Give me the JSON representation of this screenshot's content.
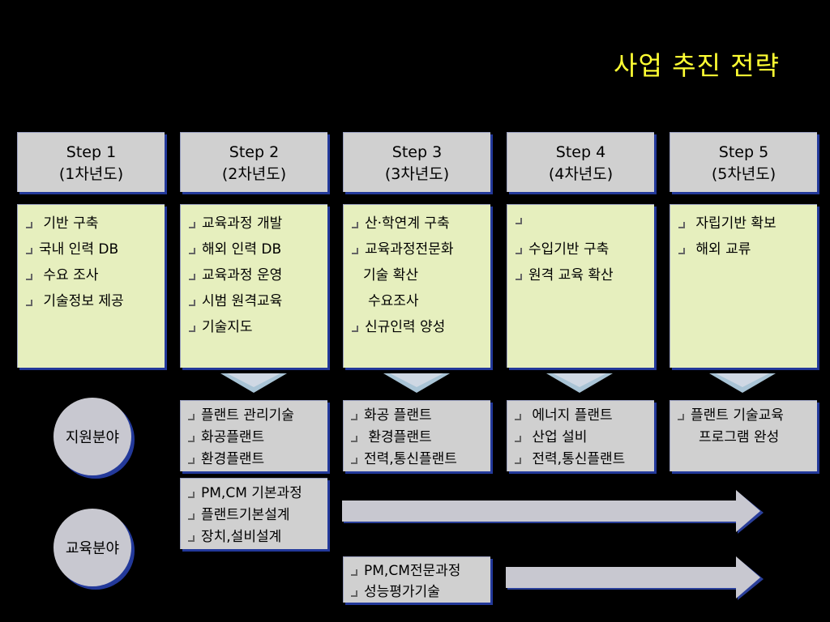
{
  "title": "사업 추진 전략",
  "steps": [
    {
      "name": "Step 1",
      "year": "(1차년도)"
    },
    {
      "name": "Step 2",
      "year": "(2차년도)"
    },
    {
      "name": "Step 3",
      "year": "(3차년도)"
    },
    {
      "name": "Step 4",
      "year": "(4차년도)"
    },
    {
      "name": "Step 5",
      "year": "(5차년도)"
    }
  ],
  "contents": [
    [
      "기반 구축",
      "국내 인력 DB",
      "수요 조사",
      "기술정보 제공"
    ],
    [
      "교육과정 개발",
      "해외 인력 DB",
      "교육과정 운영",
      "시범 원격교육",
      "기술지도"
    ],
    [
      "산·학연계 구축",
      "교육과정전문화",
      "기술 확산",
      "수요조사",
      "신규인력 양성"
    ],
    [
      "",
      "수입기반 구축",
      "원격 교육 확산"
    ],
    [
      "자립기반 확보",
      "해외 교류"
    ]
  ],
  "support_label": "지원분야",
  "education_label": "교육분야",
  "support": [
    [
      "플랜트 관리기술",
      "화공플랜트",
      "환경플랜트"
    ],
    [
      "화공 플랜트",
      "환경플랜트",
      "전력,통신플랜트"
    ],
    [
      "에너지 플랜트",
      "산업 설비",
      "전력,통신플랜트"
    ],
    [
      "플랜트 기술교육",
      "프로그램 완성"
    ]
  ],
  "education": [
    [
      "PM,CM 기본과정",
      "플랜트기본설계",
      "장치,설비설계"
    ],
    [
      "PM,CM전문과정",
      "성능평가기술"
    ]
  ],
  "colors": {
    "title": "#ffff33",
    "content_bg": "#e6efbe",
    "box_bg": "#d0d0d0",
    "shadow": "#23399a"
  }
}
